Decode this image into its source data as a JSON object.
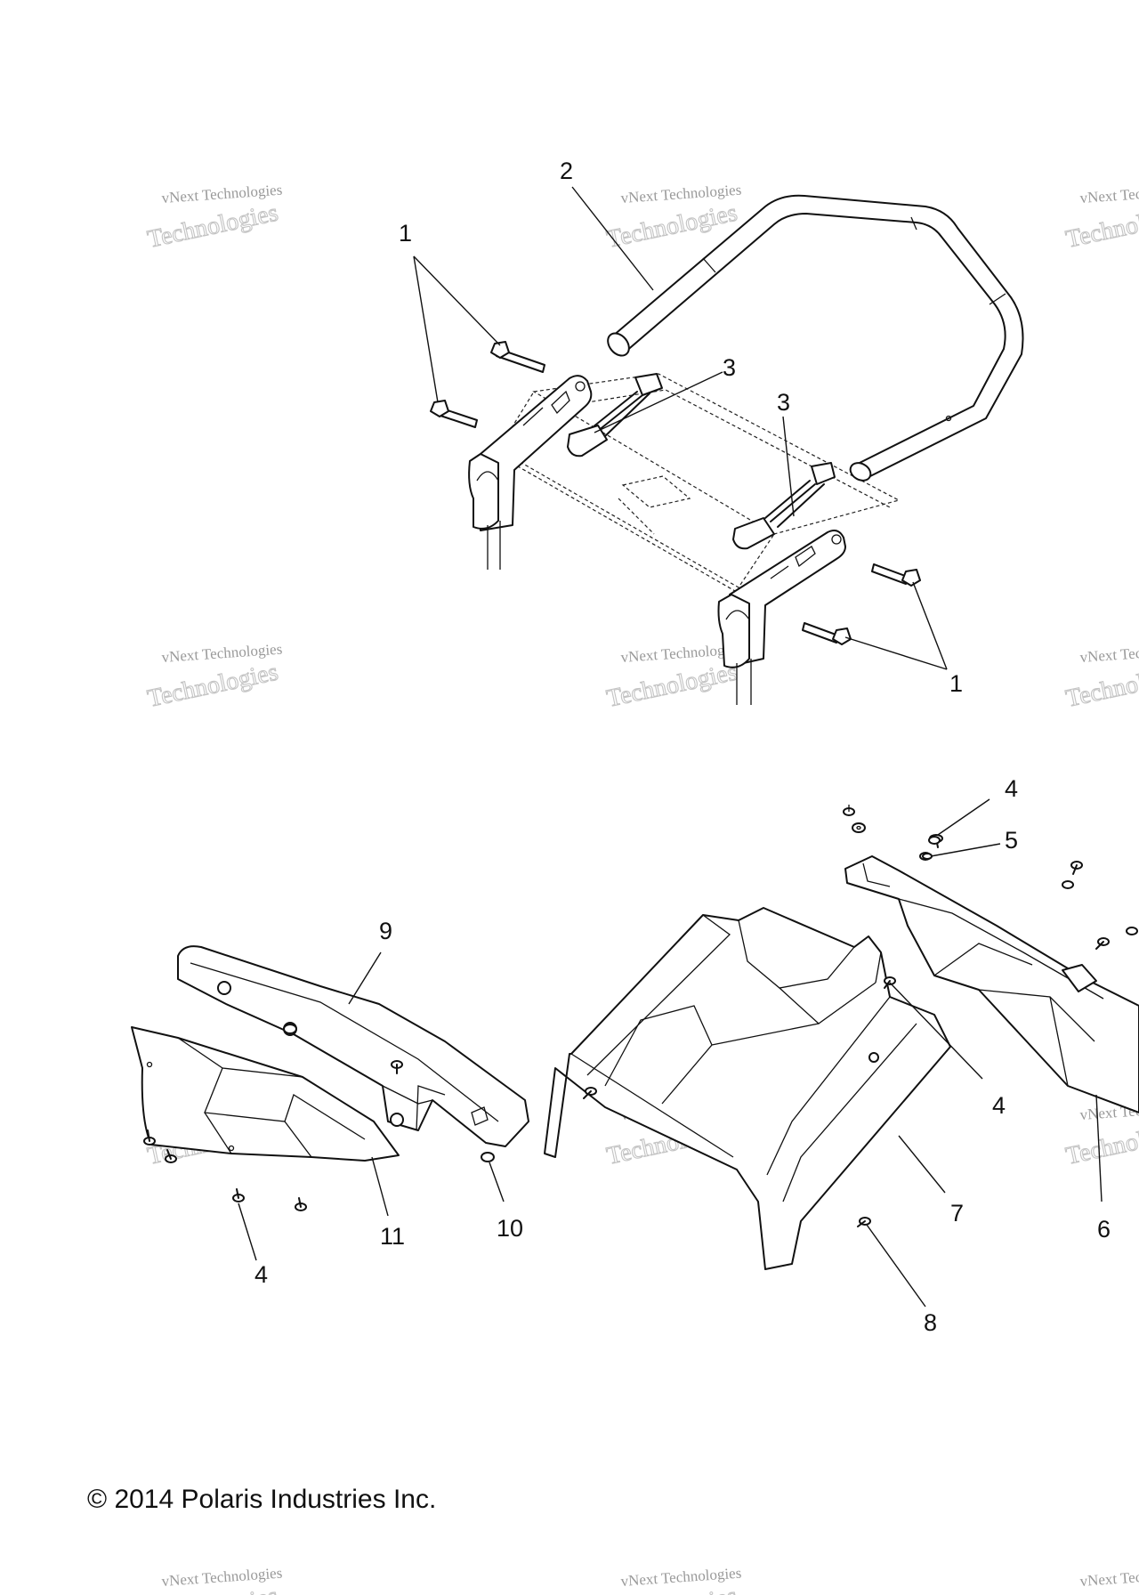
{
  "callouts": {
    "c1a": "1",
    "c2": "2",
    "c3a": "3",
    "c3b": "3",
    "c1b": "1",
    "c4a": "4",
    "c5": "5",
    "c9": "9",
    "c4b": "4",
    "c7": "7",
    "c6": "6",
    "c10": "10",
    "c11": "11",
    "c4c": "4",
    "c8": "8"
  },
  "watermark": {
    "line1": "vNext Technologies",
    "line2": "Technologies"
  },
  "copyright": "© 2014 Polaris Industries Inc."
}
